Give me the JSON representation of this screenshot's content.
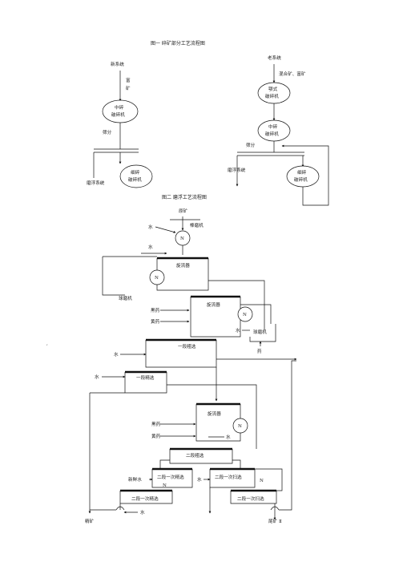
{
  "fig1": {
    "title": "图一 碎矿部分工艺流程图",
    "left": {
      "source": "新系统",
      "feed_label_1": "富",
      "feed_label_2": "矿",
      "crusher_mid_1": "中碎",
      "crusher_mid_2": "破碎机",
      "screen": "筛分",
      "crusher_fine_1": "细碎",
      "crusher_fine_2": "破碎机",
      "dest": "磨浮系统"
    },
    "right": {
      "source": "老系统",
      "feed_label": "混合矿、富矿",
      "crusher_jaw_1": "颚式",
      "crusher_jaw_2": "破碎机",
      "crusher_mid_1": "中碎",
      "crusher_mid_2": "破碎机",
      "screen": "筛分",
      "dest": "磨浮系统",
      "crusher_fine_1": "细碎",
      "crusher_fine_2": "破碎机"
    }
  },
  "fig2": {
    "title": "图二 磨浮工艺流程图",
    "raw_ore": "原矿",
    "water": "水",
    "rod_mill": "棒磨机",
    "pump": "N",
    "cyclone": "旋流器",
    "ball_mill": "球磨机",
    "reagent_black": "黑药",
    "reagent_yellow": "黄药",
    "lime": "药",
    "rough_1": "一段粗选",
    "clean_1": "一段精选",
    "rough_2": "二段粗选",
    "clean_2_first": "二段一次精选",
    "clean_2_second": "二段一次精选",
    "scav_2_first": "二段一次扫选",
    "scav_2_second": "二段一次扫选",
    "fresh_water": "新鲜水",
    "concentrate": "精矿",
    "tailings": "尾矿 Ⅱ",
    "margin_mark": ","
  }
}
